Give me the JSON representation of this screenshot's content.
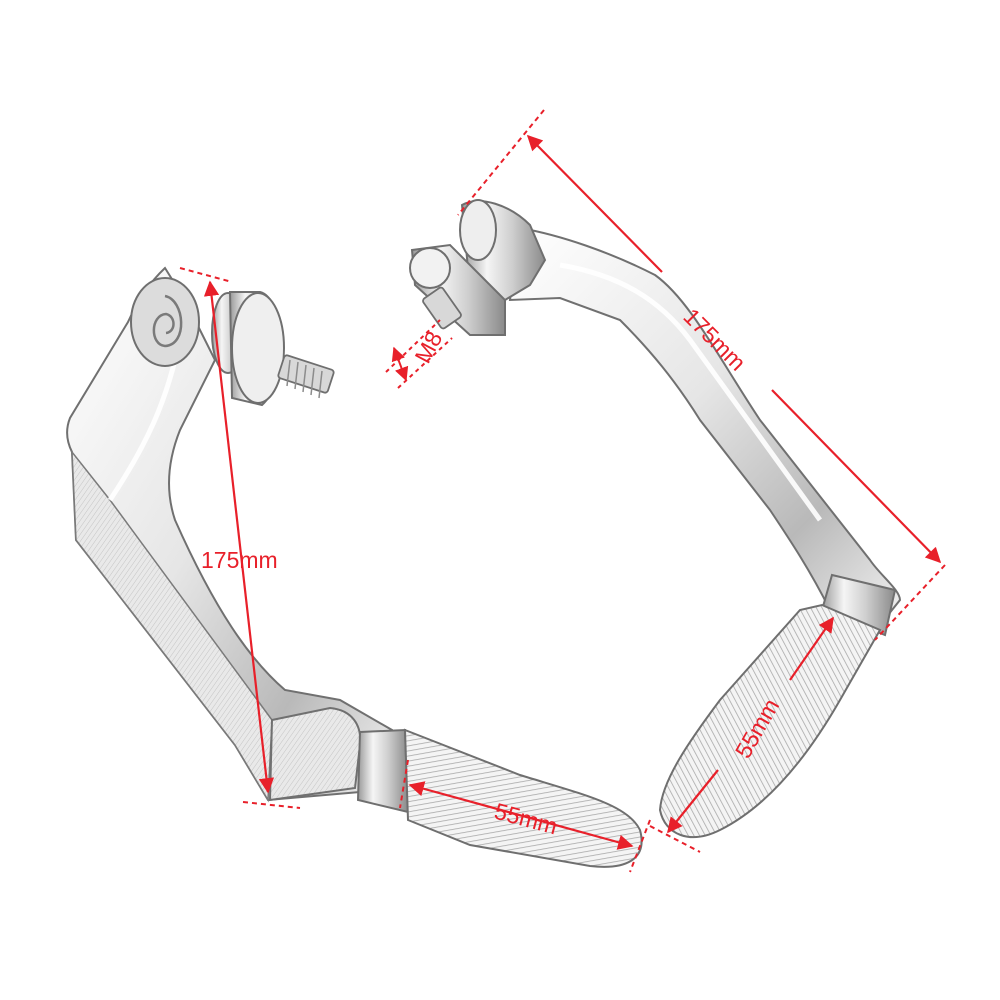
{
  "dimensions": {
    "left_height": "175mm",
    "left_grip": "55mm",
    "right_length": "175mm",
    "right_grip": "55mm",
    "bolt_thread": "M8"
  },
  "colors": {
    "dimension": "#e8202a",
    "metal_light": "#f7f7f7",
    "metal_mid": "#d2d2d2",
    "metal_dark": "#7a7a7a",
    "outline": "#6f6f6f"
  }
}
